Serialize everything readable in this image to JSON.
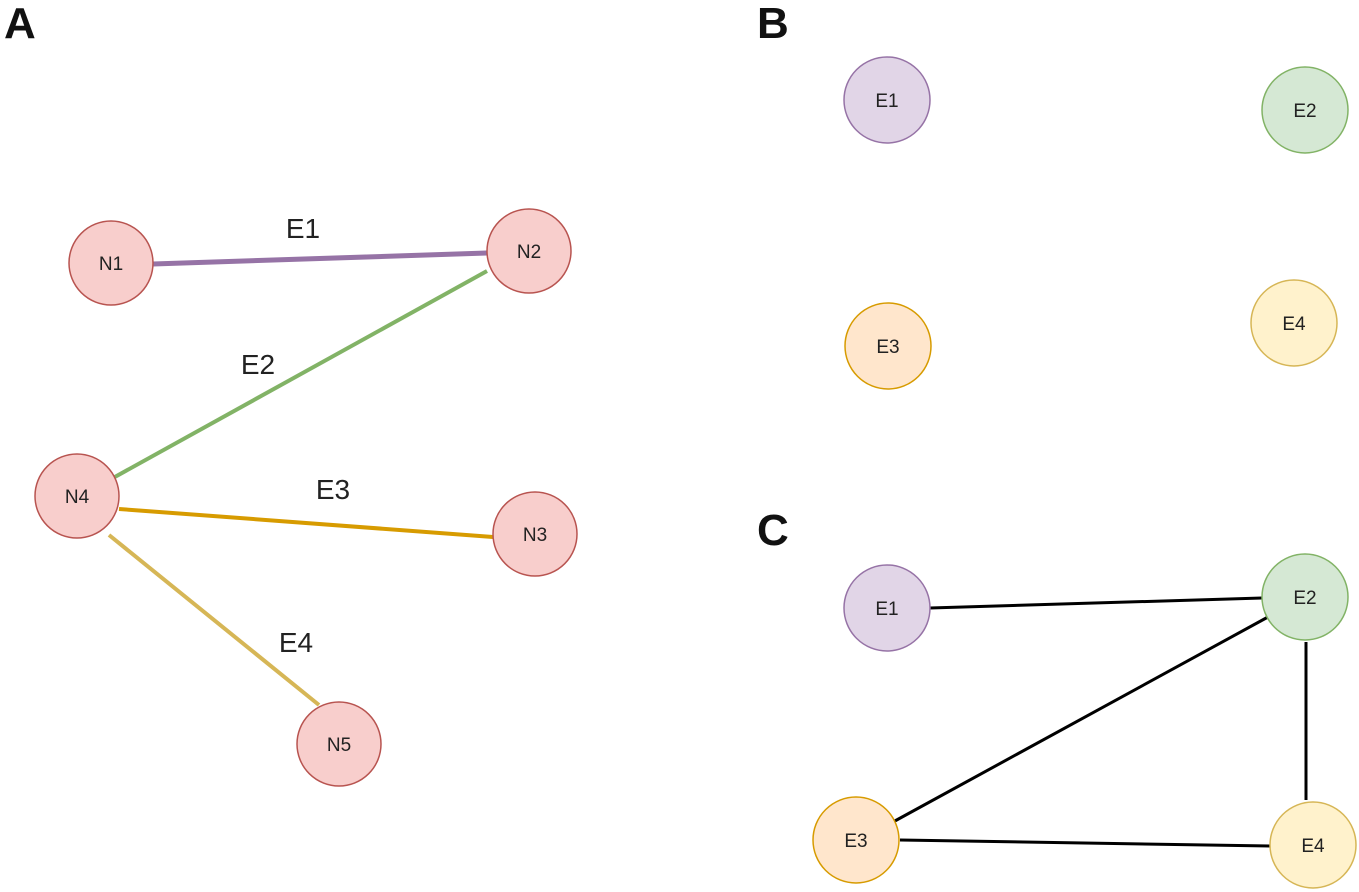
{
  "panels": {
    "a": {
      "label": "A"
    },
    "b": {
      "label": "B"
    },
    "c": {
      "label": "C"
    }
  },
  "colors": {
    "node_fill": "#f8cecc",
    "node_stroke": "#b85450",
    "e1_fill": "#e1d5e7",
    "e1_stroke": "#9673a6",
    "e2_fill": "#d5e8d4",
    "e2_stroke": "#82b366",
    "e3_fill": "#ffe6cc",
    "e3_stroke": "#d79b00",
    "e4_fill": "#fff2cc",
    "e4_stroke": "#d6b656",
    "line_graph_edge": "#000000"
  },
  "graph_a": {
    "nodes": [
      "N1",
      "N2",
      "N3",
      "N4",
      "N5"
    ],
    "edges": [
      {
        "label": "E1",
        "from": "N1",
        "to": "N2"
      },
      {
        "label": "E2",
        "from": "N4",
        "to": "N2"
      },
      {
        "label": "E3",
        "from": "N4",
        "to": "N3"
      },
      {
        "label": "E4",
        "from": "N4",
        "to": "N5"
      }
    ]
  },
  "graph_b": {
    "nodes": [
      "E1",
      "E2",
      "E3",
      "E4"
    ]
  },
  "graph_c": {
    "nodes": [
      "E1",
      "E2",
      "E3",
      "E4"
    ],
    "edges": [
      {
        "from": "E1",
        "to": "E2"
      },
      {
        "from": "E2",
        "to": "E3"
      },
      {
        "from": "E2",
        "to": "E4"
      },
      {
        "from": "E3",
        "to": "E4"
      }
    ]
  }
}
